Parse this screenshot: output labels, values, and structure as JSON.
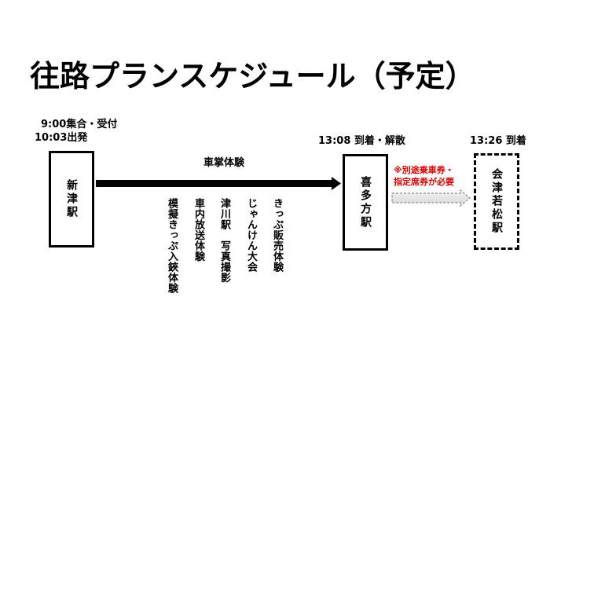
{
  "title": "往路プランスケジュール（予定）",
  "start_station": {
    "time_line1": "9:00集合・受付",
    "time_line2": "10:03出発",
    "name": "新津駅"
  },
  "segment1": {
    "label": "車掌体験",
    "activities": [
      "きっぷ販売体験",
      "じゃんけん大会",
      "津川駅　写真撮影",
      "車内放送体験",
      "模擬きっぷ入鋏体験"
    ]
  },
  "mid_station": {
    "time": "13:08 到着・解散",
    "name": "喜多方駅"
  },
  "segment2": {
    "note_line1": "※別途乗車券・",
    "note_line2": "指定席券が必要",
    "note_color": "#e00000",
    "arrow_style": "hollow-dashed-gray"
  },
  "end_station": {
    "time": "13:26 到着",
    "name": "会津若松駅",
    "border": "dashed"
  }
}
